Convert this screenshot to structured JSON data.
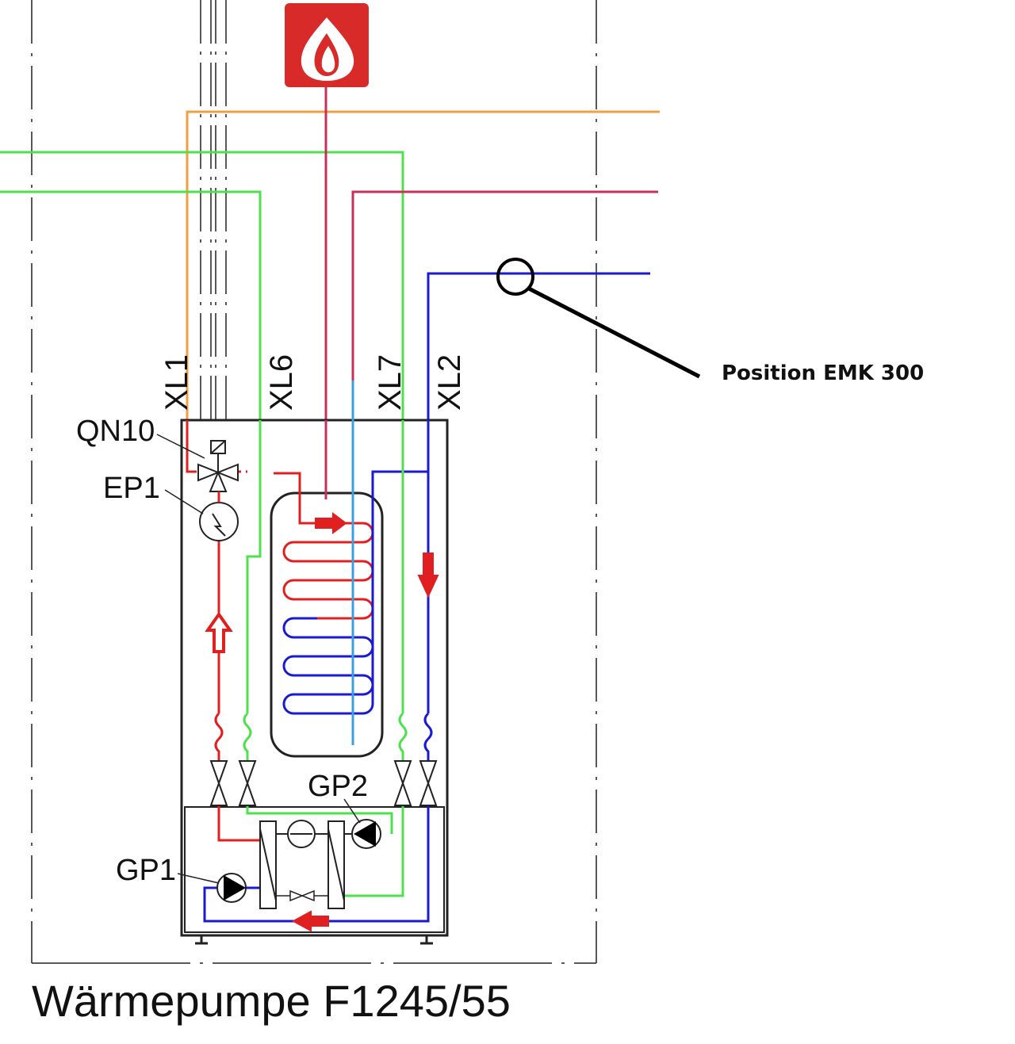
{
  "labels": {
    "xl1": "XL1",
    "xl6": "XL6",
    "xl7": "XL7",
    "xl2": "XL2",
    "qn10": "QN10",
    "ep1": "EP1",
    "gp2": "GP2",
    "gp1": "GP1"
  },
  "annotation": "Position EMK 300",
  "title": "Wärmepumpe F1245/55",
  "colors": {
    "orange": "#f0a040",
    "green": "#4ee04e",
    "magenta": "#c8305a",
    "blue": "#1a1ad0",
    "lightblue": "#3aa0e0",
    "red": "#e02020",
    "flame_bg": "#d92a2a"
  },
  "icons": [
    "flame-icon",
    "three-way-valve-icon",
    "heater-icon",
    "pump-icon",
    "compressor-icon",
    "heat-exchanger-icon",
    "expansion-valve-icon",
    "shutoff-valve-icon",
    "flow-arrow-icon"
  ]
}
